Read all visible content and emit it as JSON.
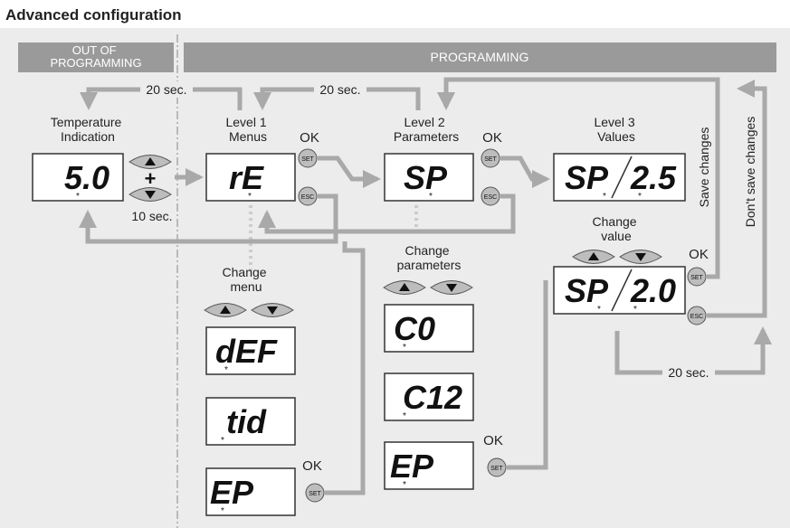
{
  "title": "Advanced configuration",
  "bands": {
    "out": "OUT OF PROGRAMMING",
    "programming": "PROGRAMMING"
  },
  "timers": {
    "t1": "20 sec.",
    "t2": "20 sec.",
    "t3": "20 sec.",
    "hold": "10 sec."
  },
  "columns": {
    "temp": [
      "Temperature",
      "Indication"
    ],
    "level1": [
      "Level 1",
      "Menus"
    ],
    "level2": [
      "Level 2",
      "Parameters"
    ],
    "level3": [
      "Level 3",
      "Values"
    ]
  },
  "ok": "OK",
  "plus": "+",
  "buttons": {
    "set": "SET",
    "esc": "ESC"
  },
  "displays": {
    "temp": "5.0",
    "menu": "rE",
    "param": "SP",
    "value_name": "SP",
    "value": "2.5",
    "change_name": "SP",
    "change_value": "2.0",
    "menu_def": "dEF",
    "menu_tid": "tid",
    "menu_ep": "EP",
    "param_c0": "C0",
    "param_c12": "C12",
    "param_ep": "EP"
  },
  "captions": {
    "change_menu": [
      "Change",
      "menu"
    ],
    "change_params": [
      "Change",
      "parameters"
    ],
    "change_value": [
      "Change",
      "value"
    ]
  },
  "side": {
    "save": "Save changes",
    "dont_save": "Don't save changes"
  },
  "colors": {
    "background": "#ececec",
    "band": "#9a9a9a",
    "arrow": "#a9a9a9",
    "button": "#bdbdbd",
    "lcd_text": "#111111"
  }
}
